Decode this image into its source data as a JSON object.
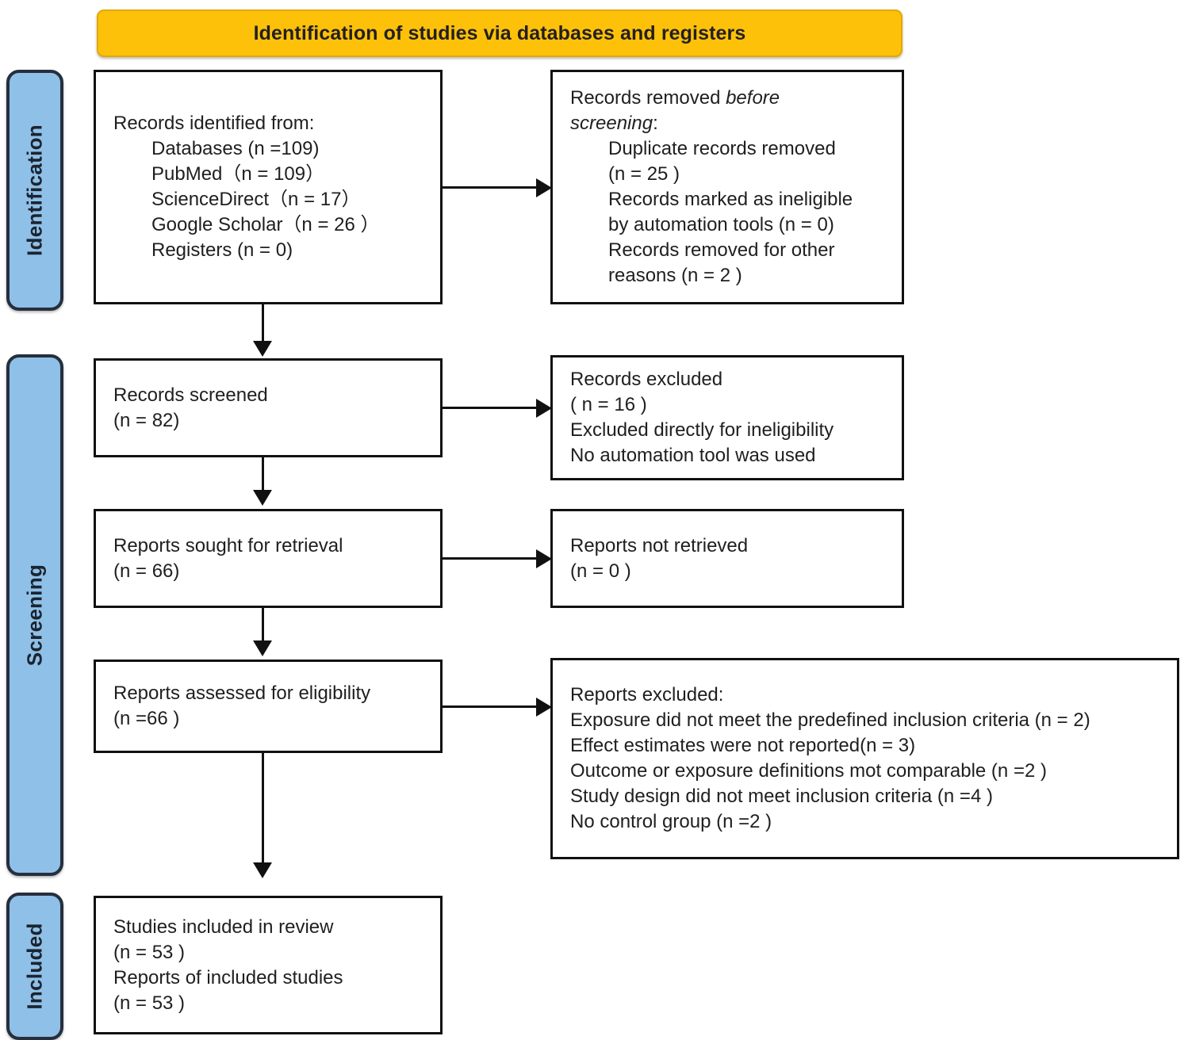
{
  "diagram": {
    "type": "prisma-flow-diagram",
    "banner": {
      "title": "Identification of studies via databases and registers"
    },
    "stages": [
      {
        "id": "identification",
        "label": "Identification"
      },
      {
        "id": "screening",
        "label": "Screening"
      },
      {
        "id": "included",
        "label": "Included"
      }
    ],
    "boxes": {
      "records_identified": {
        "name": "Records identified from",
        "lines": [
          {
            "text": "Records identified from:",
            "indent": false
          },
          {
            "text": "Databases (n =109)",
            "indent": true
          },
          {
            "text": "PubMed（n = 109）",
            "indent": true
          },
          {
            "text": "ScienceDirect（n = 17）",
            "indent": true
          },
          {
            "text": "Google Scholar（n = 26 ）",
            "indent": true
          },
          {
            "text": "Registers (n = 0)",
            "indent": true
          }
        ]
      },
      "records_removed": {
        "name": "Records removed before screening",
        "lines": [
          {
            "text": "Records removed ",
            "italic_tail": "before",
            "indent": false
          },
          {
            "text": "",
            "italic_lead": "screening",
            "tail": ":",
            "indent": false
          },
          {
            "text": "Duplicate records removed",
            "indent": true
          },
          {
            "text": "(n = 25 )",
            "indent": true
          },
          {
            "text": "Records marked as ineligible",
            "indent": true
          },
          {
            "text": "by automation tools (n = 0)",
            "indent": true
          },
          {
            "text": "Records removed for other",
            "indent": true
          },
          {
            "text": "reasons (n = 2 )",
            "indent": true
          }
        ]
      },
      "records_screened": {
        "name": "Records screened",
        "lines": [
          {
            "text": "Records screened",
            "indent": false
          },
          {
            "text": "(n = 82)",
            "indent": false
          }
        ]
      },
      "records_excluded": {
        "name": "Records excluded",
        "lines": [
          {
            "text": "Records excluded",
            "indent": false
          },
          {
            "text": "( n = 16 )",
            "indent": false
          },
          {
            "text": "Excluded directly for ineligibility",
            "indent": false
          },
          {
            "text": "No automation tool was used",
            "indent": false
          }
        ]
      },
      "reports_sought": {
        "name": "Reports sought for retrieval",
        "lines": [
          {
            "text": "Reports sought for retrieval",
            "indent": false
          },
          {
            "text": "(n = 66)",
            "indent": false
          }
        ]
      },
      "reports_not_retrieved": {
        "name": "Reports not retrieved",
        "lines": [
          {
            "text": "Reports not retrieved",
            "indent": false
          },
          {
            "text": "(n = 0 )",
            "indent": false
          }
        ]
      },
      "reports_assessed": {
        "name": "Reports assessed for eligibility",
        "lines": [
          {
            "text": "Reports assessed for eligibility",
            "indent": false
          },
          {
            "text": "(n =66 )",
            "indent": false
          }
        ]
      },
      "reports_excluded": {
        "name": "Reports excluded",
        "lines": [
          {
            "text": "Reports excluded:",
            "indent": false
          },
          {
            "text": "Exposure did not meet the predefined inclusion criteria (n = 2)",
            "indent": false
          },
          {
            "text": "Effect estimates were not reported(n = 3)",
            "indent": false
          },
          {
            "text": "Outcome or exposure definitions mot comparable (n =2 )",
            "indent": false
          },
          {
            "text": "Study design did not meet inclusion criteria (n =4 )",
            "indent": false
          },
          {
            "text": "No control group (n =2 )",
            "indent": false
          }
        ]
      },
      "studies_included": {
        "name": "Studies included in review",
        "lines": [
          {
            "text": "Studies included in review",
            "indent": false
          },
          {
            "text": "(n = 53 )",
            "indent": false
          },
          {
            "text": "Reports of included studies",
            "indent": false
          },
          {
            "text": "(n = 53 )",
            "indent": false
          }
        ]
      }
    },
    "counts": {
      "databases": 109,
      "pubmed": 109,
      "sciencedirect": 17,
      "google_scholar": 26,
      "registers": 0,
      "duplicates_removed": 25,
      "ineligible_by_automation": 0,
      "removed_other_reasons": 2,
      "records_screened": 82,
      "records_excluded": 16,
      "reports_sought": 66,
      "reports_not_retrieved": 0,
      "reports_assessed": 66,
      "excluded_exposure_criteria": 2,
      "excluded_no_effect_estimates": 3,
      "excluded_definitions_not_comparable": 2,
      "excluded_study_design": 4,
      "excluded_no_control_group": 2,
      "studies_included": 53,
      "reports_of_included_studies": 53
    },
    "colors": {
      "banner_fill": "#FDC10A",
      "banner_border": "#E3A800",
      "rail_fill": "#8FC0E8",
      "rail_border": "#252f3d",
      "box_border": "#111111",
      "box_fill": "#FFFFFF",
      "text": "#1f1f1f"
    }
  }
}
